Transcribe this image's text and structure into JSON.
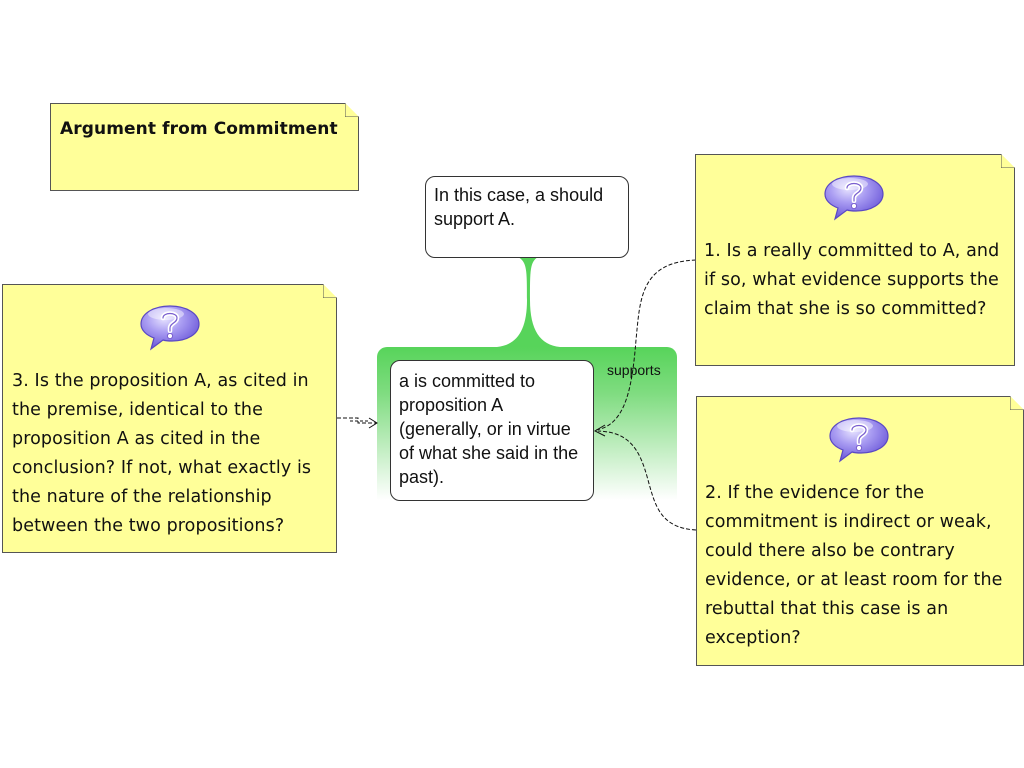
{
  "title_note": {
    "text": "Argument from Commitment"
  },
  "conclusion": {
    "text": "In this case, a should support A."
  },
  "premise": {
    "text": "a is committed to proposition A (generally, or in virtue of what she said in the past)."
  },
  "relation": {
    "label": "supports",
    "color": "#57d45a"
  },
  "critical_questions": [
    {
      "icon": "question-bubble-icon",
      "text": "1. Is a really committed to A, and if so, what evidence supports the claim that she is so committed?"
    },
    {
      "icon": "question-bubble-icon",
      "text": "2. If the evidence for the commitment is indirect or weak, could there also be contrary evidence, or at least room for the rebuttal that this case is an exception?"
    },
    {
      "icon": "question-bubble-icon",
      "text": "3. Is the proposition A, as cited in the premise, identical to the proposition A as cited in the conclusion? If not, what exactly is the nature of the relationship between the two propositions?"
    }
  ],
  "colors": {
    "note_fill": "#ffff99",
    "note_border": "#555555",
    "icon_fill": "#8f7fe8"
  }
}
